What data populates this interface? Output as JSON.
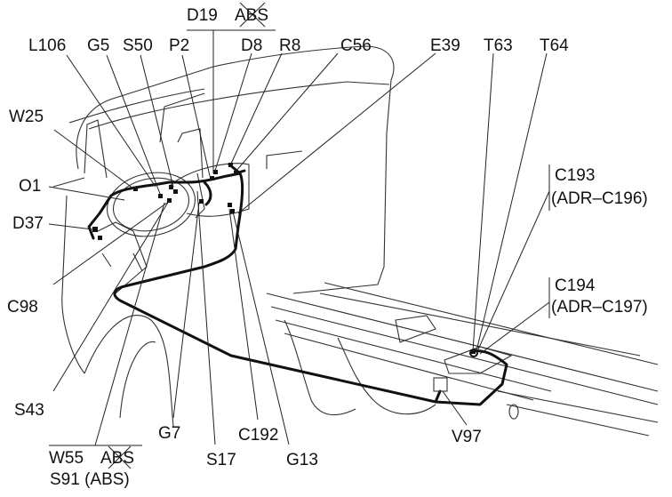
{
  "diagram": {
    "subject": "Truck cab and chassis electrical wiring harness routing",
    "labels": {
      "D19": "D19",
      "ABS_top": "ABS",
      "L106": "L106",
      "G5": "G5",
      "S50": "S50",
      "P2": "P2",
      "D8": "D8",
      "R8": "R8",
      "C56": "C56",
      "E39": "E39",
      "T63": "T63",
      "T64": "T64",
      "W25": "W25",
      "O1": "O1",
      "D37": "D37",
      "C193": "C193",
      "ADR_C196": "(ADR–C196)",
      "C194": "C194",
      "ADR_C197": "(ADR–C197)",
      "C98": "C98",
      "S43": "S43",
      "G7": "G7",
      "C192": "C192",
      "S17": "S17",
      "G13": "G13",
      "V97": "V97",
      "W55": "W55",
      "ABS_bottom": "ABS",
      "S91": "S91 (ABS)"
    },
    "notes": {
      "crossed_out_labels": [
        "ABS (with D19)",
        "ABS (with W55)"
      ]
    }
  }
}
